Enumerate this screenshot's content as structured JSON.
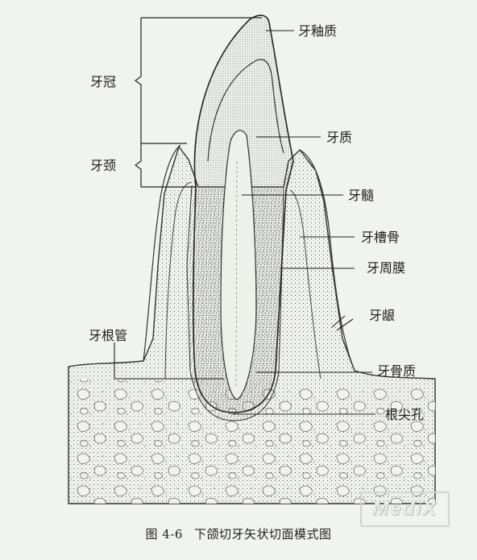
{
  "labels": {
    "enamel": "牙釉质",
    "crown": "牙冠",
    "dentin": "牙质",
    "neck": "牙颈",
    "pulp": "牙髓",
    "alveolar_bone": "牙槽骨",
    "periodontal_ligament": "牙周膜",
    "gingiva": "牙龈",
    "root_canal": "牙根管",
    "cementum": "牙骨质",
    "apical_foramen": "根尖孔"
  },
  "caption": {
    "figure_no": "图 4-6",
    "title": "下颌切牙矢状切面模式图"
  },
  "watermark": "MediX"
}
